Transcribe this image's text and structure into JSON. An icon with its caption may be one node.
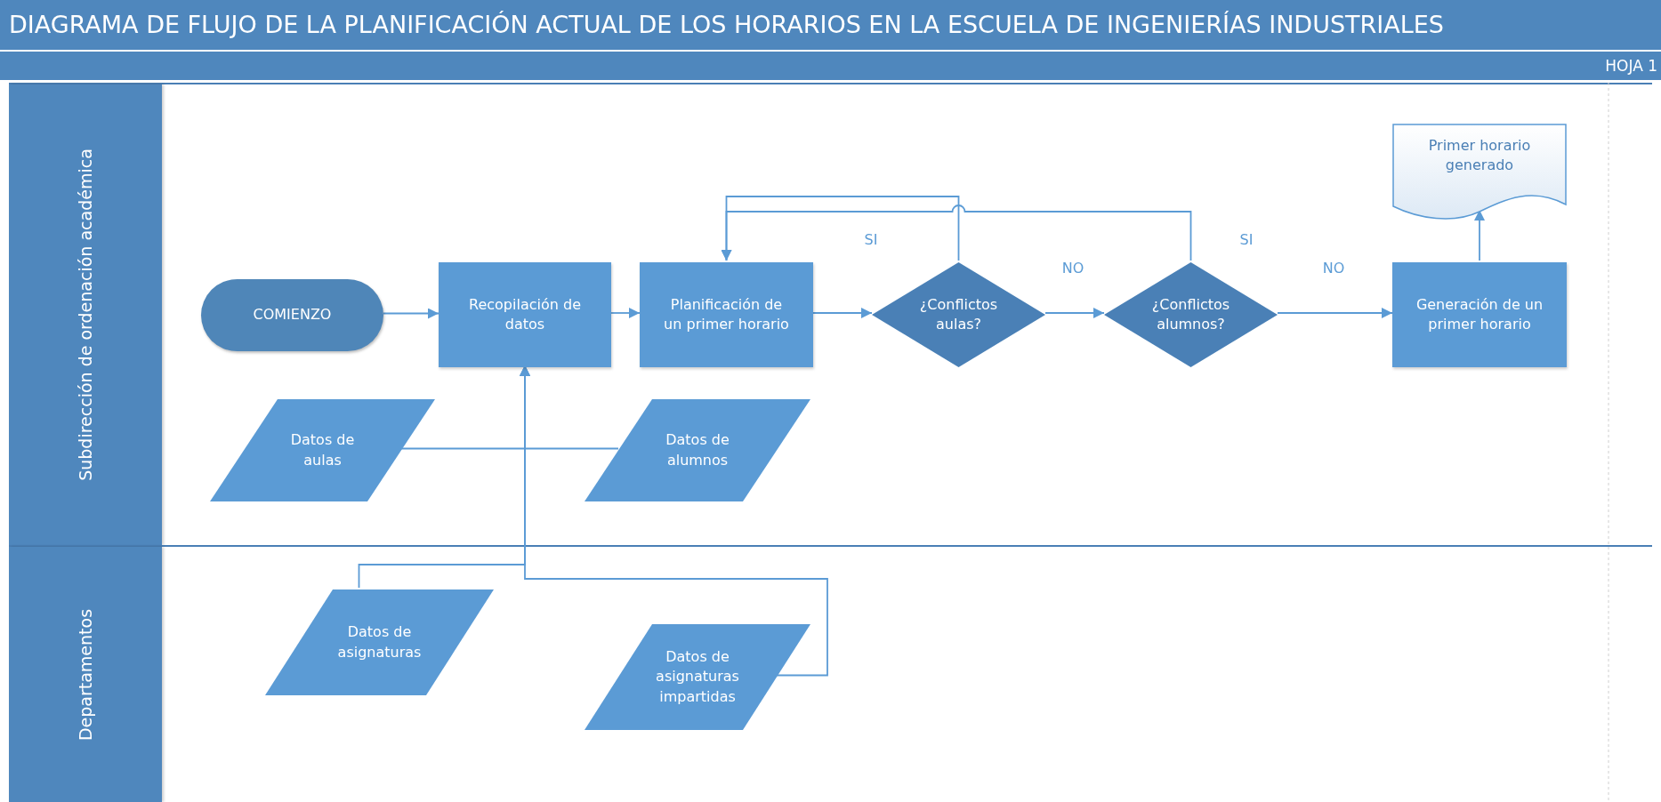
{
  "diagram": {
    "title": "DIAGRAMA DE FLUJO DE LA PLANIFICACIÓN ACTUAL DE LOS HORARIOS EN LA ESCUELA DE INGENIERÍAS INDUSTRIALES",
    "nodes": [
      {
        "text": [
          "Subdirección de ordenación académica"
        ]
      },
      {
        "text": [
          "Departamentos"
        ]
      },
      {
        "text": [
          "COMIENZO"
        ],
        "in": 0
      },
      {
        "text": [
          "Recopilación de datos"
        ],
        "in": 0
      },
      {
        "text": [
          "Planificación de un primer horario"
        ],
        "in": 0
      },
      {
        "text": [
          "¿Conflictos aulas?"
        ],
        "in": 0
      },
      {
        "text": [
          "¿Conflictos alumnos?"
        ],
        "in": 0
      },
      {
        "text": [
          "Generación de un primer horario"
        ],
        "in": 0
      },
      {
        "text": [
          "Primer horario generado"
        ],
        "in": 0
      },
      {
        "text": [
          "Datos de aulas"
        ],
        "in": 0
      },
      {
        "text": [
          "Datos de alumnos"
        ],
        "in": 0
      },
      {
        "text": [
          "Datos de asignaturas"
        ],
        "in": 1
      },
      {
        "text": [
          "Datos de asignaturas impartidas"
        ],
        "in": 1
      }
    ],
    "edges": [
      {
        "from": 2,
        "to": 3,
        "arrow": "to"
      },
      {
        "from": 3,
        "to": 4,
        "arrow": "to"
      },
      {
        "from": 4,
        "to": 5,
        "arrow": "to"
      },
      {
        "from": 5,
        "to": 6,
        "arrow": "to",
        "label": "NO"
      },
      {
        "from": 6,
        "to": 7,
        "arrow": "to",
        "label": "NO"
      },
      {
        "from": 7,
        "to": 8,
        "arrow": "to"
      },
      {
        "from": 5,
        "to": 4,
        "arrow": "to",
        "label": "SI"
      },
      {
        "from": 6,
        "to": 4,
        "arrow": "to",
        "label": "SI"
      },
      {
        "from": 9,
        "to": 3,
        "arrow": "to"
      },
      {
        "from": 10,
        "to": 3,
        "arrow": "to"
      },
      {
        "from": 11,
        "to": 3,
        "arrow": "to"
      },
      {
        "from": 12,
        "to": 3,
        "arrow": "to"
      }
    ],
    "labels": [
      "HOJA 1"
    ]
  }
}
